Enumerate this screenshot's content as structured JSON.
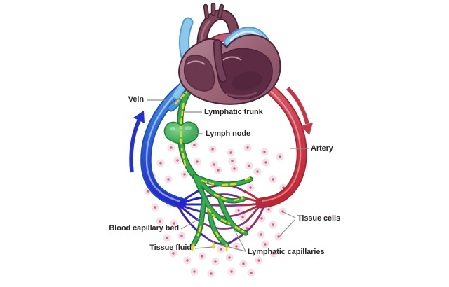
{
  "diagram_type": "lymphatic-and-blood-circulation-diagram",
  "labels": {
    "vein": "Vein",
    "lymphatic_trunk": "Lymphatic trunk",
    "lymph_node": "Lymph node",
    "artery": "Artery",
    "tissue_cells": "Tissue cells",
    "blood_capillary_bed": "Blood capillary bed",
    "tissue_fluid": "Tissue fluid",
    "lymphatic_capillaries": "Lymphatic capillaries"
  },
  "colors": {
    "vein_blue": "#2f6fd8",
    "vein_deep_blue": "#2328d0",
    "artery_red": "#cb3a49",
    "lymph_green": "#36ab51",
    "lymph_flow_yellow": "#f4d017",
    "capillary_purple": "#6a2d9e",
    "capillary_magenta": "#9e3078",
    "tissue_cell_pink": "#f3dae3",
    "tissue_cell_nucleus": "#c9648a",
    "heart_muscle": "#9a6375",
    "heart_chamber": "#5d2b44",
    "pointer_line": "#8f8f8f",
    "label_text": "#2b2626"
  }
}
